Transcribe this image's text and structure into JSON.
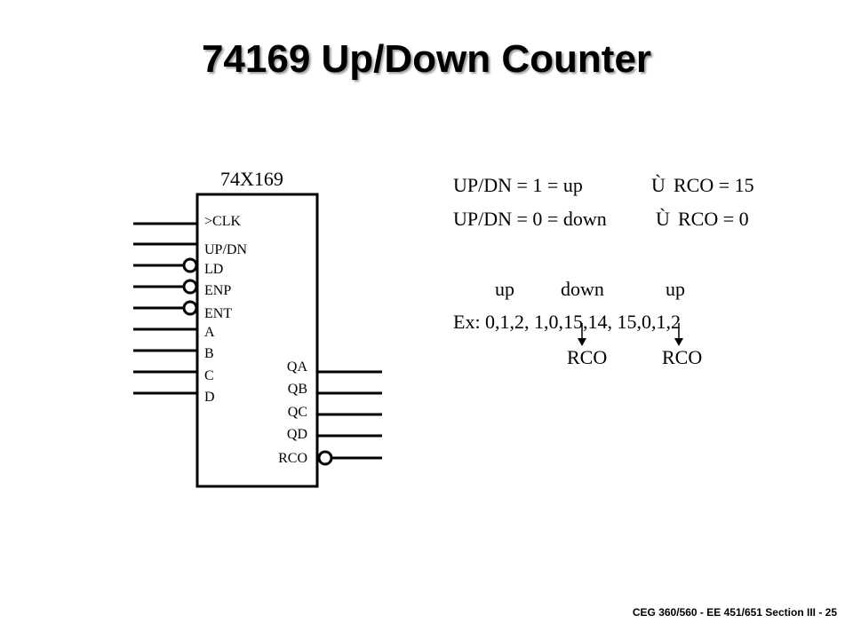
{
  "slide": {
    "title": "74169 Up/Down Counter",
    "footer": "CEG 360/560 - EE 451/651 Section III - 25"
  },
  "chip": {
    "name": "74X169",
    "inputs": [
      ">CLK",
      "UP/DN",
      "LD",
      "ENP",
      "ENT",
      "A",
      "B",
      "C",
      "D"
    ],
    "outputs": [
      "QA",
      "QB",
      "QC",
      "QD",
      "RCO"
    ]
  },
  "notes": {
    "line1_a": "UP/DN = 1 = up",
    "line1_symbol": "Ù",
    "line1_b": "RCO = 15",
    "line2_a": "UP/DN = 0 = down",
    "line2_symbol": "Ù",
    "line2_b": "RCO = 0",
    "dir_up1": "up",
    "dir_down": "down",
    "dir_up2": "up",
    "example": "Ex: 0,1,2, 1,0,15,14, 15,0,1,2",
    "rco1": "RCO",
    "rco2": "RCO"
  }
}
